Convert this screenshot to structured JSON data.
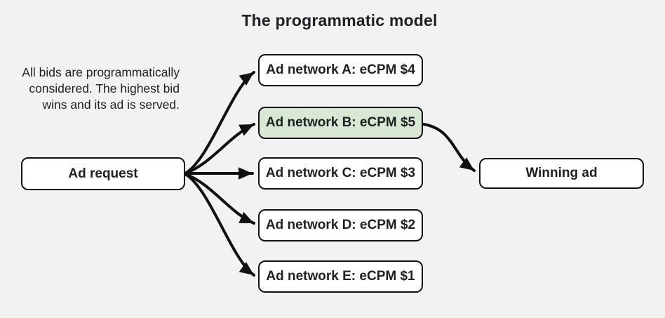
{
  "title": "The programmatic model",
  "note": {
    "lines": [
      "All bids are programmatically",
      "considered. The highest bid",
      "wins and its ad is served."
    ]
  },
  "diagram": {
    "request_label": "Ad request",
    "networks": [
      {
        "id": "a",
        "label": "Ad network A: eCPM $4",
        "highlighted": false
      },
      {
        "id": "b",
        "label": "Ad network B: eCPM $5",
        "highlighted": true
      },
      {
        "id": "c",
        "label": "Ad network C: eCPM $3",
        "highlighted": false
      },
      {
        "id": "d",
        "label": "Ad network D: eCPM $2",
        "highlighted": false
      },
      {
        "id": "e",
        "label": "Ad network E: eCPM $1",
        "highlighted": false
      }
    ],
    "winning_label": "Winning ad"
  },
  "colors": {
    "background": "#f1f2f2",
    "box_fill": "#ffffff",
    "highlight_fill": "#d9e8d3",
    "border": "#111111",
    "arrow": "#111111",
    "text": "#202124"
  }
}
